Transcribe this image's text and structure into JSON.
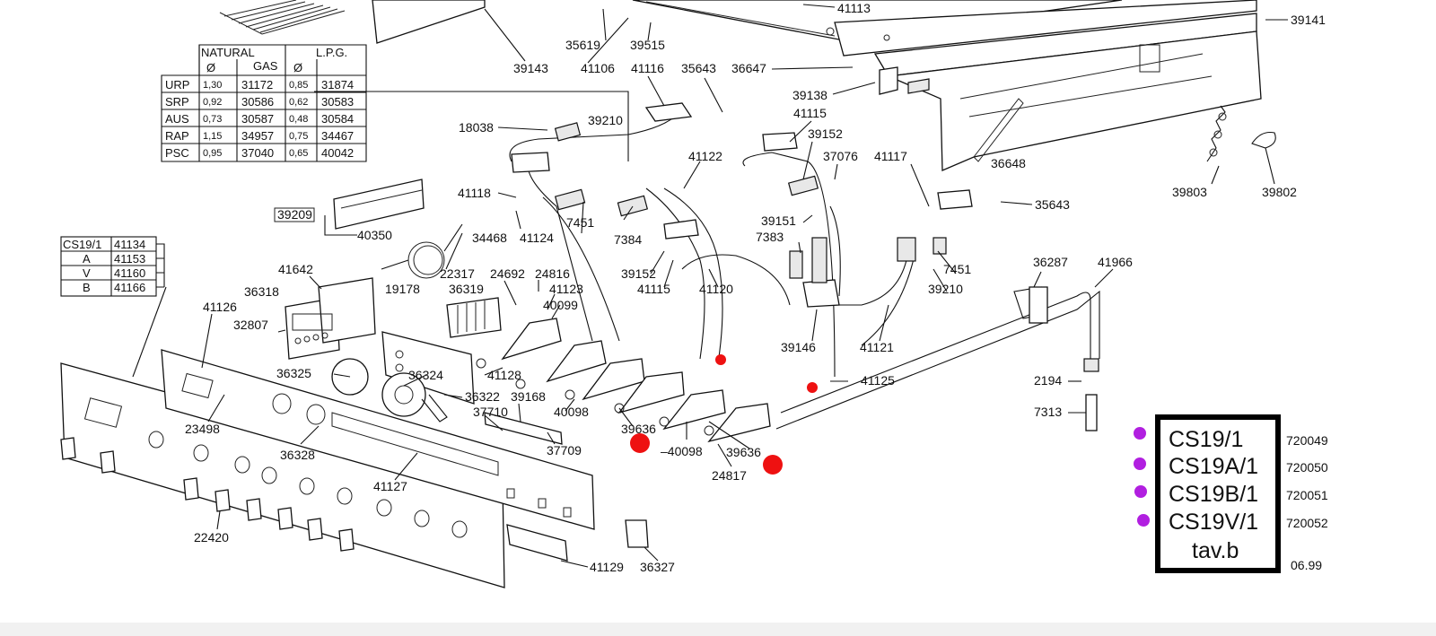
{
  "gas_table": {
    "header_natural": "NATURAL",
    "header_gas": "GAS",
    "header_lpg": "L.P.G.",
    "diam_symbol": "Ø",
    "rows": [
      {
        "name": "URP",
        "nat_diam": "1,30",
        "nat_code": "31172",
        "lpg_diam": "0,85",
        "lpg_code": "31874"
      },
      {
        "name": "SRP",
        "nat_diam": "0,92",
        "nat_code": "30586",
        "lpg_diam": "0,62",
        "lpg_code": "30583"
      },
      {
        "name": "AUS",
        "nat_diam": "0,73",
        "nat_code": "30587",
        "lpg_diam": "0,48",
        "lpg_code": "30584"
      },
      {
        "name": "RAP",
        "nat_diam": "1,15",
        "nat_code": "34957",
        "lpg_diam": "0,75",
        "lpg_code": "34467"
      },
      {
        "name": "PSC",
        "nat_diam": "0,95",
        "nat_code": "37040",
        "lpg_diam": "0,65",
        "lpg_code": "40042"
      }
    ]
  },
  "variant_table": {
    "rows": [
      {
        "model": "CS19/1",
        "code": "41134"
      },
      {
        "model": "A",
        "code": "41153"
      },
      {
        "model": "V",
        "code": "41160"
      },
      {
        "model": "B",
        "code": "41166"
      }
    ]
  },
  "model_box": {
    "models": [
      "CS19/1",
      "CS19A/1",
      "CS19B/1",
      "CS19V/1"
    ],
    "codes": [
      "720049",
      "720050",
      "720051",
      "720052"
    ],
    "sheet": "tav.b",
    "date": "06.99",
    "dot_color": "#b11fe0"
  },
  "marker_color": "#ee1111",
  "part_labels": {
    "p41113": "41113",
    "p39141": "39141",
    "p35619": "35619",
    "p39515": "39515",
    "p39143": "39143",
    "p41106": "41106",
    "p41116": "41116",
    "p35643a": "35643",
    "p36647": "36647",
    "p39138": "39138",
    "p41115a": "41115",
    "p39152a": "39152",
    "p18038": "18038",
    "p39210a": "39210",
    "p41122": "41122",
    "p37076": "37076",
    "p41117": "41117",
    "p36648": "36648",
    "p39803": "39803",
    "p39802": "39802",
    "p35643b": "35643",
    "p41118": "41118",
    "p7451a": "7451",
    "p7384": "7384",
    "p39209": "39209",
    "p40350": "40350",
    "p34468": "34468",
    "p41124": "41124",
    "p39151": "39151",
    "p7383": "7383",
    "p7451b": "7451",
    "p39210b": "39210",
    "p41642": "41642",
    "p22317": "22317",
    "p24692": "24692",
    "p24816": "24816",
    "p39152b": "39152",
    "p41115b": "41115",
    "p41120": "41120",
    "p36287": "36287",
    "p41966": "41966",
    "p36318": "36318",
    "p19178": "19178",
    "p36319": "36319",
    "p41123": "41123",
    "p40099": "40099",
    "p41126": "41126",
    "p32807": "32807",
    "p39146": "39146",
    "p41121": "41121",
    "p36325": "36325",
    "p36324": "36324",
    "p41128": "41128",
    "p41125": "41125",
    "p2194": "2194",
    "p36322": "36322",
    "p39168": "39168",
    "p37710": "37710",
    "p40098a": "40098",
    "p7313": "7313",
    "p23498": "23498",
    "p39636a": "39636",
    "p40098b": "–40098",
    "p39636b": "39636",
    "p36328": "36328",
    "p37709": "37709",
    "p24817": "24817",
    "p41127": "41127",
    "p22420": "22420",
    "p41129": "41129",
    "p36327": "36327"
  }
}
